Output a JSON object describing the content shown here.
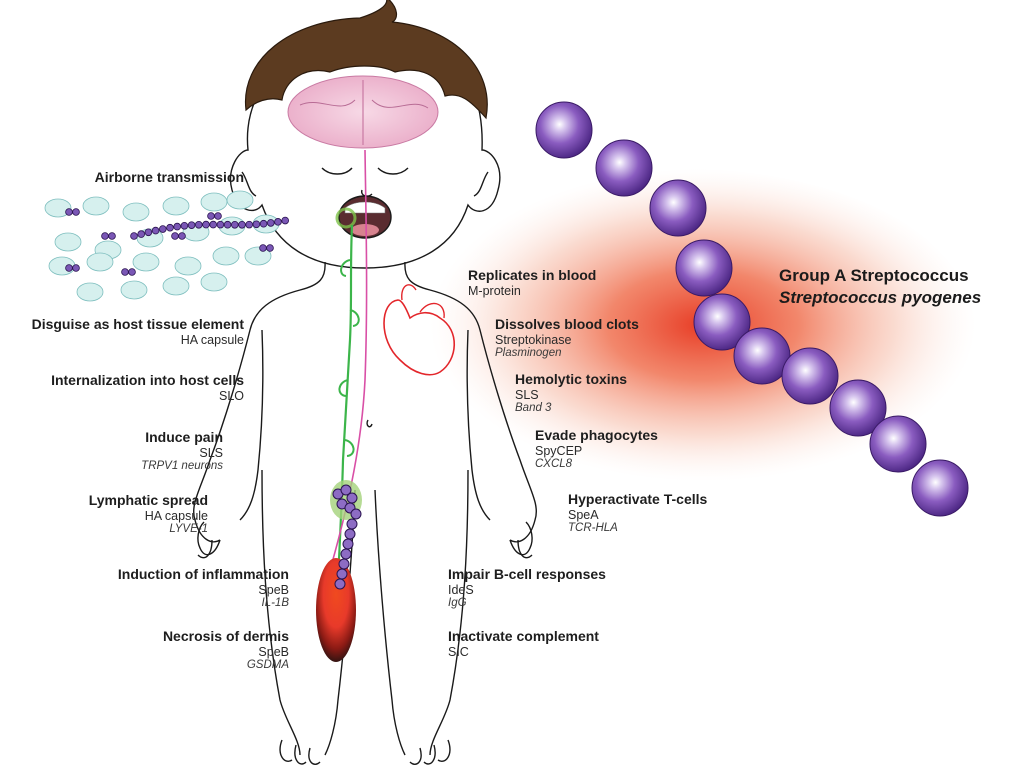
{
  "organism": {
    "common_name": "Group A Streptococcus",
    "species": "Streptococcus pyogenes"
  },
  "left_labels": [
    {
      "key": "airborne",
      "title": "Airborne transmission",
      "factor": "",
      "receptor": ""
    },
    {
      "key": "disguise",
      "title": "Disguise as host tissue element",
      "factor": "HA capsule",
      "receptor": ""
    },
    {
      "key": "internalization",
      "title": "Internalization into host cells",
      "factor": "SLO",
      "receptor": ""
    },
    {
      "key": "pain",
      "title": "Induce pain",
      "factor": "SLS",
      "receptor": "TRPV1 neurons"
    },
    {
      "key": "lymphatic",
      "title": "Lymphatic spread",
      "factor": "HA capsule",
      "receptor": "LYVE-1"
    },
    {
      "key": "inflammation",
      "title": "Induction of inflammation",
      "factor": "SpeB",
      "receptor": "IL-1B"
    },
    {
      "key": "necrosis",
      "title": "Necrosis of dermis",
      "factor": "SpeB",
      "receptor": "GSDMA"
    }
  ],
  "right_labels": [
    {
      "key": "replicates",
      "title": "Replicates in blood",
      "factor": "M-protein",
      "receptor": ""
    },
    {
      "key": "clots",
      "title": "Dissolves blood clots",
      "factor": "Streptokinase",
      "receptor": "Plasminogen"
    },
    {
      "key": "hemolytic",
      "title": "Hemolytic toxins",
      "factor": "SLS",
      "receptor": "Band 3"
    },
    {
      "key": "phagocytes",
      "title": "Evade phagocytes",
      "factor": "SpyCEP",
      "receptor": "CXCL8"
    },
    {
      "key": "tcells",
      "title": "Hyperactivate T-cells",
      "factor": "SpeA",
      "receptor": "TCR-HLA"
    },
    {
      "key": "bcells",
      "title": "Impair B-cell responses",
      "factor": "IdeS",
      "receptor": "IgG"
    },
    {
      "key": "complement",
      "title": "Inactivate complement",
      "factor": "SIC",
      "receptor": ""
    }
  ],
  "colors": {
    "bacterium_fill": "#6b3fa0",
    "bacterium_highlight": "#ffffff",
    "glow": "#e8381e",
    "hair": "#5a3a22",
    "lymph": "#3cb54a",
    "vessel": "#d94fa6",
    "heart": "#e3262b",
    "droplet": "#d6f0ee"
  }
}
